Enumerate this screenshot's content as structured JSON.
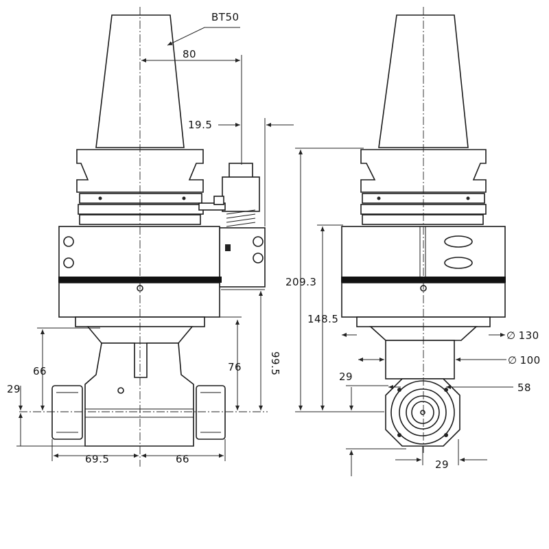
{
  "drawing": {
    "taper_label": "BT50",
    "dimensions": {
      "d80": "80",
      "d19_5": "19.5",
      "d99_5": "99.5",
      "d76": "76",
      "d66_vertical": "66",
      "d29_left": "29",
      "d69_5": "69.5",
      "d66_horizontal": "66",
      "d209_3": "209.3",
      "d148_5": "148.5",
      "d130": "130",
      "d100": "100",
      "d29_right": "29",
      "d58": "58",
      "d29_bottom": "29"
    },
    "diameter_symbol": "∅"
  }
}
